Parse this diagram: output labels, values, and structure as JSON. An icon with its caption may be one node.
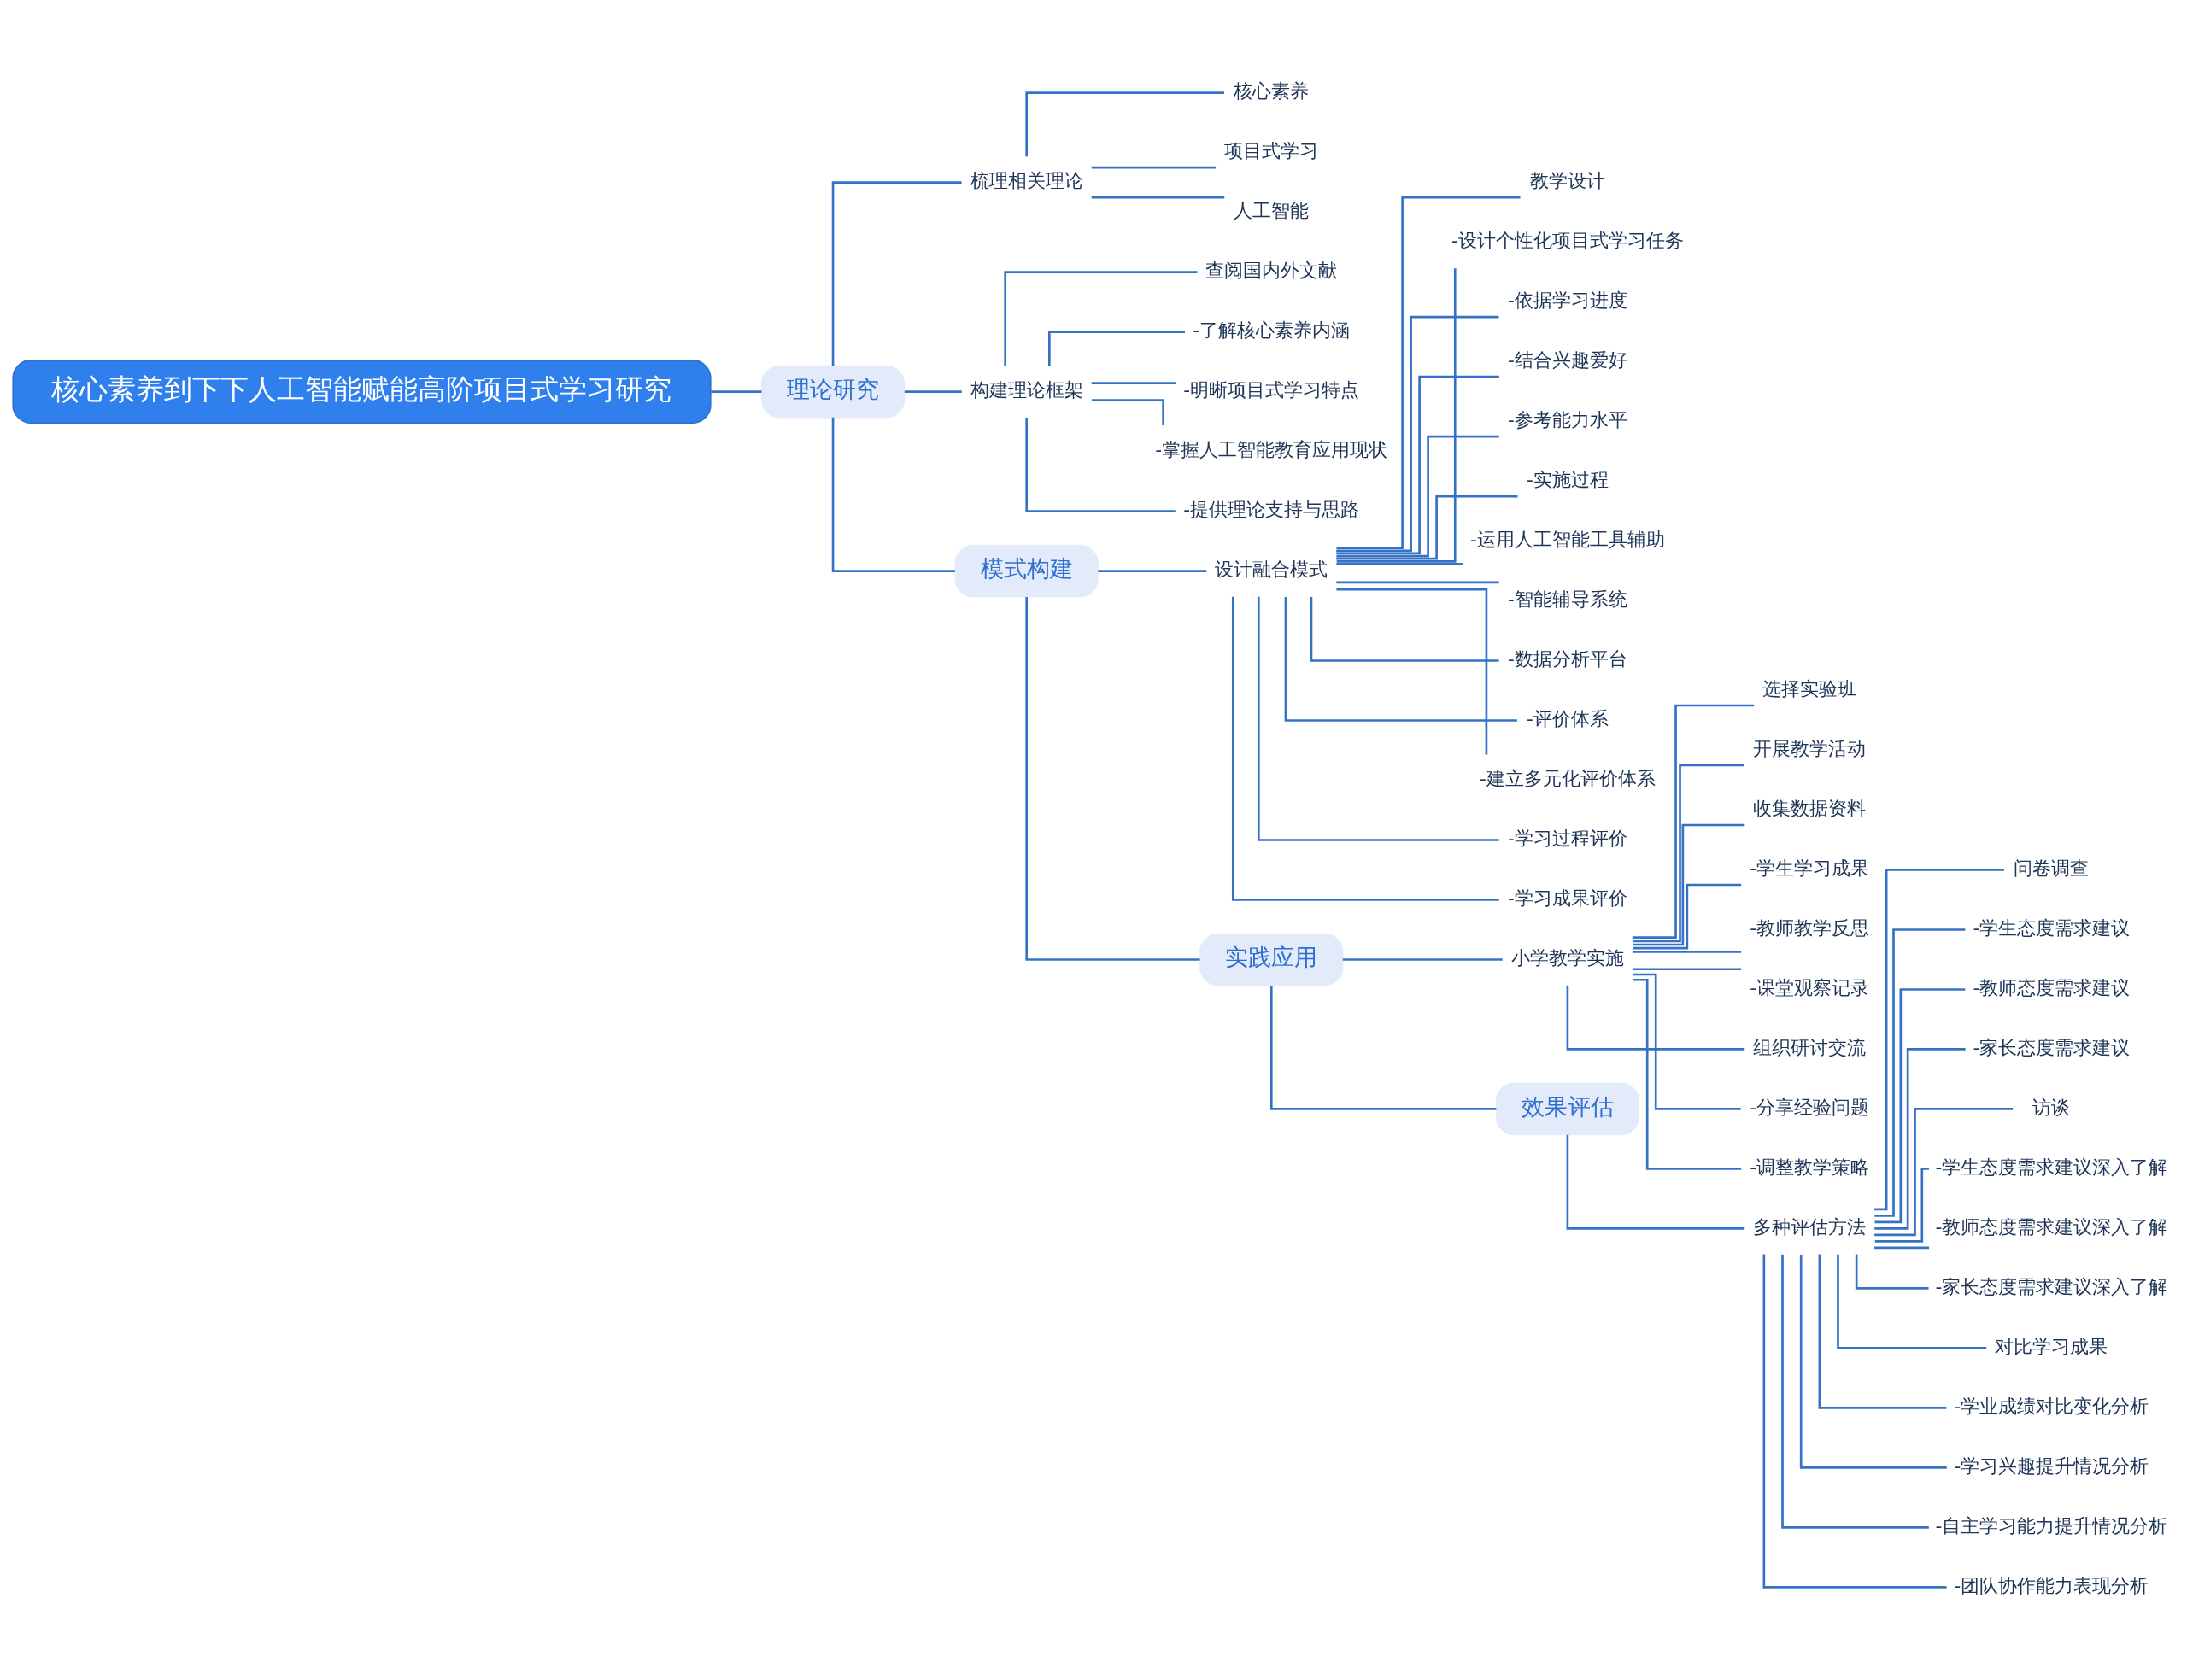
{
  "diagram": {
    "nodes": [
      {
        "text": [
          "核心素养到下下人工智能赋能高阶项目式学习研究"
        ]
      },
      {
        "text": [
          "理论研究"
        ]
      },
      {
        "text": [
          "梳理相关理论"
        ]
      },
      {
        "text": [
          "核心素养"
        ]
      },
      {
        "text": [
          "项目式学习"
        ]
      },
      {
        "text": [
          "人工智能"
        ]
      },
      {
        "text": [
          "构建理论框架"
        ]
      },
      {
        "text": [
          "查阅国内外文献"
        ]
      },
      {
        "text": [
          "-了解核心素养内涵"
        ]
      },
      {
        "text": [
          "-明晰项目式学习特点"
        ]
      },
      {
        "text": [
          "-掌握人工智能教育应用现状"
        ]
      },
      {
        "text": [
          "-提供理论支持与思路"
        ]
      },
      {
        "text": [
          "模式构建"
        ]
      },
      {
        "text": [
          "设计融合模式"
        ]
      },
      {
        "text": [
          "教学设计"
        ]
      },
      {
        "text": [
          "-设计个性化项目式学习任务"
        ]
      },
      {
        "text": [
          "-依据学习进度"
        ]
      },
      {
        "text": [
          "-结合兴趣爱好"
        ]
      },
      {
        "text": [
          "-参考能力水平"
        ]
      },
      {
        "text": [
          "-实施过程"
        ]
      },
      {
        "text": [
          "-运用人工智能工具辅助"
        ]
      },
      {
        "text": [
          "-智能辅导系统"
        ]
      },
      {
        "text": [
          "-数据分析平台"
        ]
      },
      {
        "text": [
          "-评价体系"
        ]
      },
      {
        "text": [
          "-建立多元化评价体系"
        ]
      },
      {
        "text": [
          "-学习过程评价"
        ]
      },
      {
        "text": [
          "-学习成果评价"
        ]
      },
      {
        "text": [
          "实践应用"
        ]
      },
      {
        "text": [
          "小学教学实施"
        ]
      },
      {
        "text": [
          "选择实验班"
        ]
      },
      {
        "text": [
          "开展教学活动"
        ]
      },
      {
        "text": [
          "收集数据资料"
        ]
      },
      {
        "text": [
          "-学生学习成果"
        ]
      },
      {
        "text": [
          "-教师教学反思"
        ]
      },
      {
        "text": [
          "-课堂观察记录"
        ]
      },
      {
        "text": [
          "组织研讨交流"
        ]
      },
      {
        "text": [
          "-分享经验问题"
        ]
      },
      {
        "text": [
          "-调整教学策略"
        ]
      },
      {
        "text": [
          "效果评估"
        ]
      },
      {
        "text": [
          "多种评估方法"
        ]
      },
      {
        "text": [
          "问卷调查"
        ]
      },
      {
        "text": [
          "-学生态度需求建议"
        ]
      },
      {
        "text": [
          "-教师态度需求建议"
        ]
      },
      {
        "text": [
          "-家长态度需求建议"
        ]
      },
      {
        "text": [
          "访谈"
        ]
      },
      {
        "text": [
          "-学生态度需求建议深入了解"
        ]
      },
      {
        "text": [
          "-教师态度需求建议深入了解"
        ]
      },
      {
        "text": [
          "-家长态度需求建议深入了解"
        ]
      },
      {
        "text": [
          "对比学习成果"
        ]
      },
      {
        "text": [
          "-学业成绩对比变化分析"
        ]
      },
      {
        "text": [
          "-学习兴趣提升情况分析"
        ]
      },
      {
        "text": [
          "-自主学习能力提升情况分析"
        ]
      },
      {
        "text": [
          "-团队协作能力表现分析"
        ]
      }
    ],
    "edges": [
      {
        "from": 0,
        "to": 1,
        "arrow": "none"
      },
      {
        "from": 1,
        "to": 2,
        "arrow": "none"
      },
      {
        "from": 2,
        "to": 3,
        "arrow": "none"
      },
      {
        "from": 2,
        "to": 4,
        "arrow": "none"
      },
      {
        "from": 2,
        "to": 5,
        "arrow": "none"
      },
      {
        "from": 1,
        "to": 6,
        "arrow": "none"
      },
      {
        "from": 6,
        "to": 7,
        "arrow": "none"
      },
      {
        "from": 6,
        "to": 8,
        "arrow": "none"
      },
      {
        "from": 6,
        "to": 9,
        "arrow": "none"
      },
      {
        "from": 6,
        "to": 10,
        "arrow": "none"
      },
      {
        "from": 6,
        "to": 11,
        "arrow": "none"
      },
      {
        "from": 1,
        "to": 12,
        "arrow": "none"
      },
      {
        "from": 12,
        "to": 13,
        "arrow": "none"
      },
      {
        "from": 13,
        "to": 14,
        "arrow": "none"
      },
      {
        "from": 13,
        "to": 15,
        "arrow": "none"
      },
      {
        "from": 13,
        "to": 16,
        "arrow": "none"
      },
      {
        "from": 13,
        "to": 17,
        "arrow": "none"
      },
      {
        "from": 13,
        "to": 18,
        "arrow": "none"
      },
      {
        "from": 13,
        "to": 19,
        "arrow": "none"
      },
      {
        "from": 13,
        "to": 20,
        "arrow": "none"
      },
      {
        "from": 13,
        "to": 21,
        "arrow": "none"
      },
      {
        "from": 13,
        "to": 22,
        "arrow": "none"
      },
      {
        "from": 13,
        "to": 23,
        "arrow": "none"
      },
      {
        "from": 13,
        "to": 24,
        "arrow": "none"
      },
      {
        "from": 13,
        "to": 25,
        "arrow": "none"
      },
      {
        "from": 13,
        "to": 26,
        "arrow": "none"
      },
      {
        "from": 12,
        "to": 27,
        "arrow": "none"
      },
      {
        "from": 27,
        "to": 28,
        "arrow": "none"
      },
      {
        "from": 28,
        "to": 29,
        "arrow": "none"
      },
      {
        "from": 28,
        "to": 30,
        "arrow": "none"
      },
      {
        "from": 28,
        "to": 31,
        "arrow": "none"
      },
      {
        "from": 28,
        "to": 32,
        "arrow": "none"
      },
      {
        "from": 28,
        "to": 33,
        "arrow": "none"
      },
      {
        "from": 28,
        "to": 34,
        "arrow": "none"
      },
      {
        "from": 28,
        "to": 35,
        "arrow": "none"
      },
      {
        "from": 28,
        "to": 36,
        "arrow": "none"
      },
      {
        "from": 28,
        "to": 37,
        "arrow": "none"
      },
      {
        "from": 27,
        "to": 38,
        "arrow": "none"
      },
      {
        "from": 38,
        "to": 39,
        "arrow": "none"
      },
      {
        "from": 39,
        "to": 40,
        "arrow": "none"
      },
      {
        "from": 39,
        "to": 41,
        "arrow": "none"
      },
      {
        "from": 39,
        "to": 42,
        "arrow": "none"
      },
      {
        "from": 39,
        "to": 43,
        "arrow": "none"
      },
      {
        "from": 39,
        "to": 44,
        "arrow": "none"
      },
      {
        "from": 39,
        "to": 45,
        "arrow": "none"
      },
      {
        "from": 39,
        "to": 46,
        "arrow": "none"
      },
      {
        "from": 39,
        "to": 47,
        "arrow": "none"
      },
      {
        "from": 39,
        "to": 48,
        "arrow": "none"
      },
      {
        "from": 39,
        "to": 49,
        "arrow": "none"
      },
      {
        "from": 39,
        "to": 50,
        "arrow": "none"
      },
      {
        "from": 39,
        "to": 51,
        "arrow": "none"
      },
      {
        "from": 39,
        "to": 52,
        "arrow": "none"
      }
    ]
  }
}
